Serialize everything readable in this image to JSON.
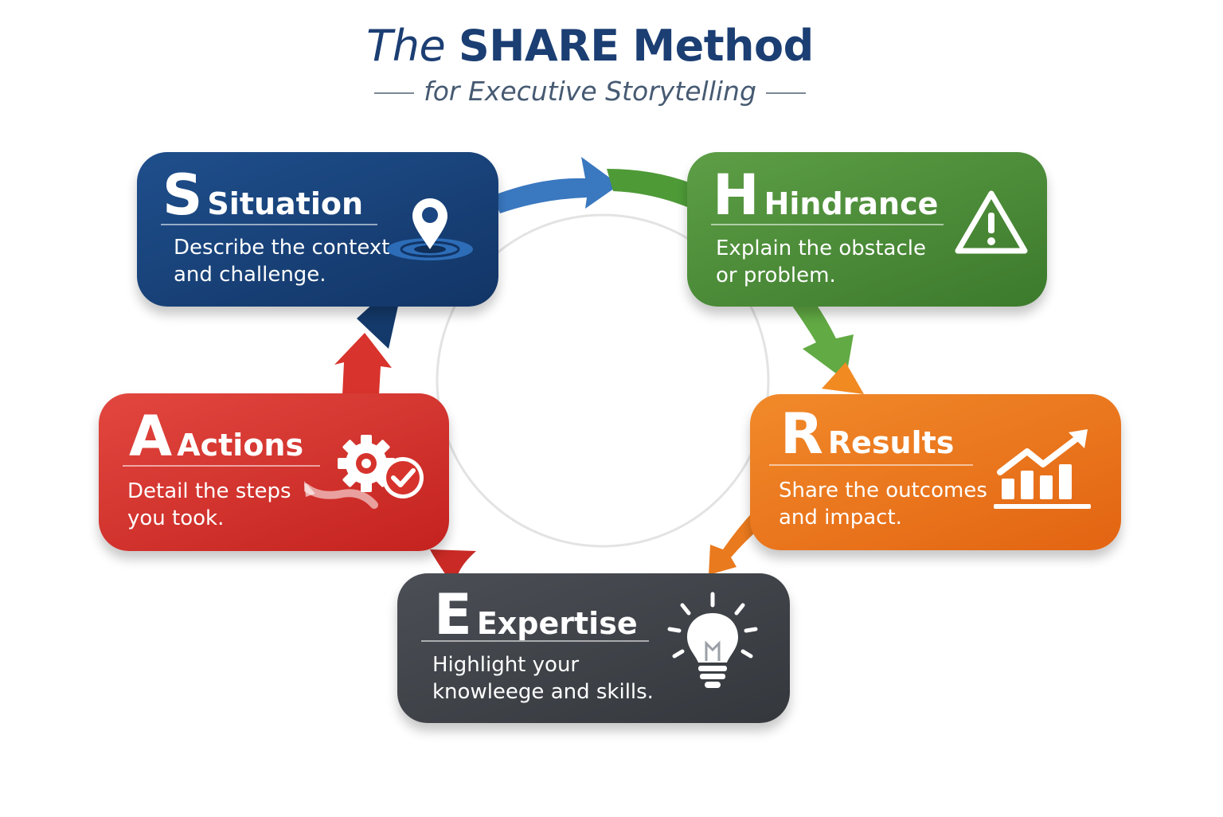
{
  "header": {
    "title_the": "The",
    "title_share": "SHARE",
    "title_method": "Method",
    "subtitle": "for Executive Storytelling"
  },
  "steps": [
    {
      "letter": "S",
      "name": "Situation",
      "description_line1": "Describe the context",
      "description_line2": "and challenge.",
      "icon": "location-pin-icon",
      "color": "#1f4f8c"
    },
    {
      "letter": "H",
      "name": "Hindrance",
      "description_line1": "Explain the obstacle",
      "description_line2": "or problem.",
      "icon": "warning-triangle-icon",
      "color": "#4e8e3a"
    },
    {
      "letter": "R",
      "name": "Results",
      "description_line1": "Share the outcomes",
      "description_line2": "and impact.",
      "icon": "growth-chart-icon",
      "color": "#ec7620"
    },
    {
      "letter": "E",
      "name": "Expertise",
      "description_line1": "Highlight your",
      "description_line2": "knowleege and skills.",
      "icon": "lightbulb-icon",
      "color": "#404449"
    },
    {
      "letter": "A",
      "name": "Actions",
      "description_line1": "Detail the steps",
      "description_line2": "you took.",
      "icon": "gear-check-icon",
      "color": "#d6332c"
    }
  ]
}
